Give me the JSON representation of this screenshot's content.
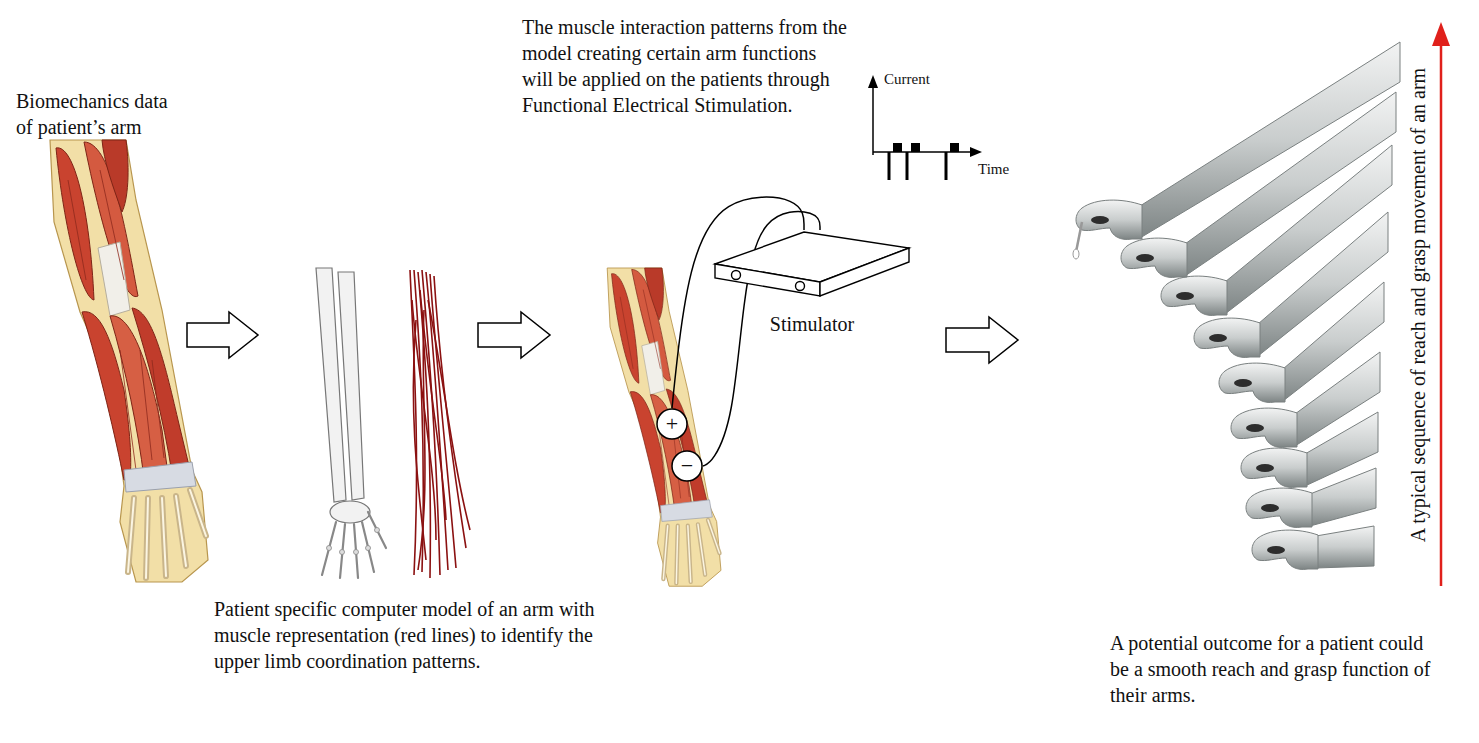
{
  "diagram": {
    "nodes": [
      {
        "text": [
          "Stimulator"
        ]
      },
      {
        "text": [
          "+"
        ]
      },
      {
        "text": [
          "−"
        ]
      }
    ],
    "edges": [
      {
        "from": 0,
        "to": 1,
        "arrow": "none"
      },
      {
        "from": 0,
        "to": 2,
        "arrow": "none"
      }
    ],
    "labels": [
      "The muscle interaction patterns from the model creating certain arm functions will be applied on the patients through Functional Electrical Stimulation.",
      "Current",
      "Time",
      "A typical sequence of reach and grasp movement of an arm",
      "Biomechanics data of patient’s arm",
      "Patient specific computer model of an arm with muscle representation (red lines) to identify the upper limb coordination patterns.",
      "A potential outcome for a patient could be a smooth reach and grasp function of their arms."
    ]
  }
}
